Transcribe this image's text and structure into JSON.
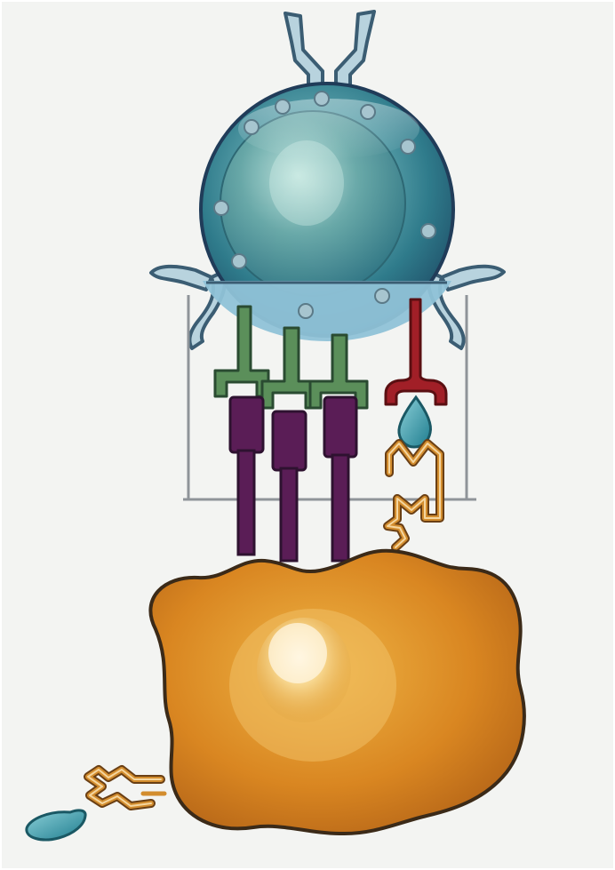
{
  "palette": {
    "background": "#f3f4f2",
    "cell_top": "#3f8f9c",
    "cell_bottom": "#d9891c",
    "receptor_green": "#5b8f5a",
    "receptor_purple": "#5a1d56",
    "receptor_red": "#a11f27",
    "antibody_blue": "#b8d3de",
    "connector_orange": "#c98a2e",
    "teal_drop": "#2a8b9c"
  },
  "diagram": {
    "components": [
      "top-cell",
      "bottom-cell",
      "antibody",
      "receptor-pairs",
      "binding-frame",
      "signal-molecule"
    ]
  }
}
